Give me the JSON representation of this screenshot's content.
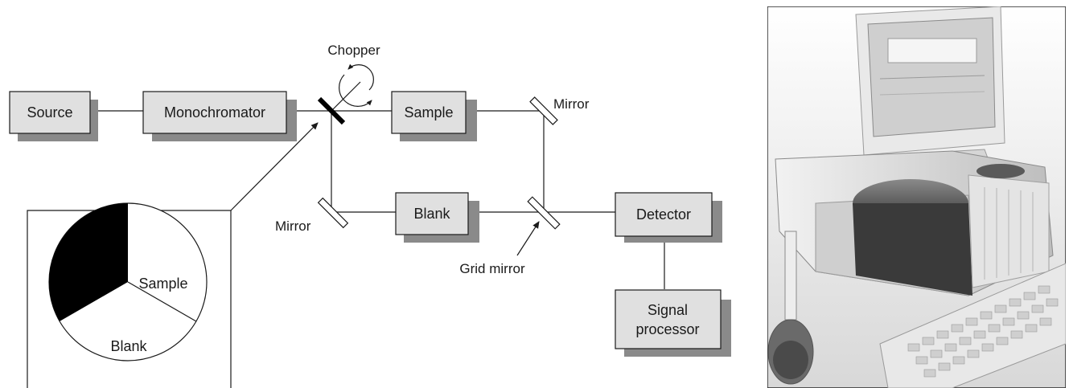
{
  "diagram": {
    "blocks": {
      "source": "Source",
      "monochromator": "Monochromator",
      "sample": "Sample",
      "blank": "Blank",
      "detector": "Detector",
      "signal_processor_line1": "Signal",
      "signal_processor_line2": "processor"
    },
    "labels": {
      "chopper": "Chopper",
      "mirror_top": "Mirror",
      "mirror_bottom": "Mirror",
      "grid_mirror": "Grid mirror"
    },
    "chopper_disc": {
      "sample_label": "Sample",
      "blank_label": "Blank",
      "sectors": [
        "opaque",
        "sample",
        "blank"
      ]
    }
  },
  "photo": {
    "subject": "spectrophotometer-with-computer"
  }
}
